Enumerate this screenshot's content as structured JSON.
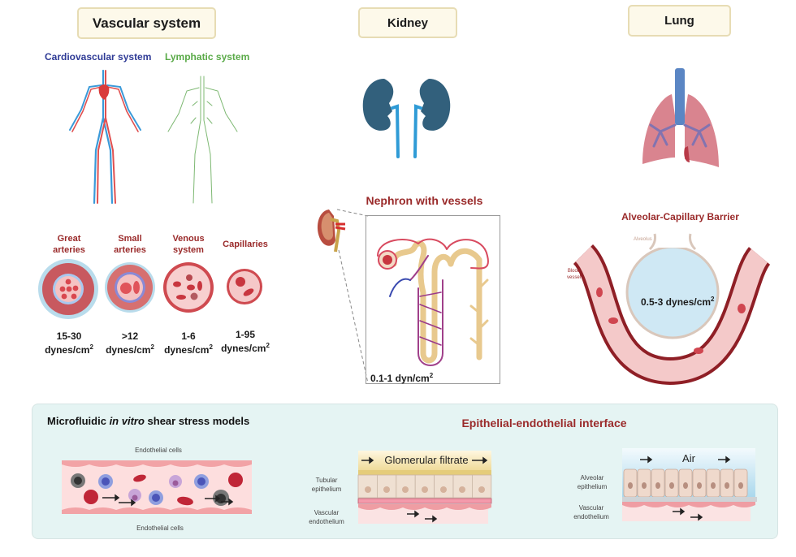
{
  "vascular": {
    "title": "Vascular system",
    "cardio_label": "Cardiovascular system",
    "lymph_label": "Lymphatic system",
    "vessels": [
      {
        "name_line1": "Great",
        "name_line2": "arteries",
        "value": "15-30",
        "unit": "dynes/cm",
        "exp": "2"
      },
      {
        "name_line1": "Small",
        "name_line2": "arteries",
        "value": ">12",
        "unit": "dynes/cm",
        "exp": "2"
      },
      {
        "name_line1": "Venous",
        "name_line2": "system",
        "value": "1-6",
        "unit": "dynes/cm",
        "exp": "2"
      },
      {
        "name_line1": "Capillaries",
        "name_line2": "",
        "value": "1-95",
        "unit": "dynes/cm",
        "exp": "2"
      }
    ]
  },
  "kidney": {
    "title": "Kidney",
    "nephron_title": "Nephron with vessels",
    "shear": "0.1-1 dyn/cm",
    "exp": "2"
  },
  "lung": {
    "title": "Lung",
    "barrier_title": "Alveolar-Capillary Barrier",
    "alveolus_label": "Alveolus",
    "blood_vessel_label_1": "Blood",
    "blood_vessel_label_2": "vessel",
    "shear": "0.5-3 dynes/cm",
    "exp": "2"
  },
  "bottom": {
    "title_pre": "Microfluidic ",
    "title_italic": "in vitro",
    "title_post": " shear stress models",
    "interface_title": "Epithelial-endothelial interface",
    "endothelial_top": "Endothelial cells",
    "endothelial_bottom": "Endothelial cells",
    "kidney_model": {
      "flow_label": "Glomerular filtrate",
      "epi_label_1": "Tubular",
      "epi_label_2": "epithelium",
      "endo_label_1": "Vascular",
      "endo_label_2": "endothelium"
    },
    "lung_model": {
      "flow_label": "Air",
      "epi_label_1": "Alveolar",
      "epi_label_2": "epithelium",
      "endo_label_1": "Vascular",
      "endo_label_2": "endothelium"
    }
  },
  "colors": {
    "title_box_bg": "#fdf9ea",
    "title_box_border": "#e7dcb4",
    "cardio_blue": "#2f3b96",
    "lymph_green": "#5aaa48",
    "dark_red": "#9a2a2a",
    "kidney_blue": "#32607c",
    "ureter_blue": "#2f9bd6",
    "panel_bg": "#e5f4f3"
  }
}
